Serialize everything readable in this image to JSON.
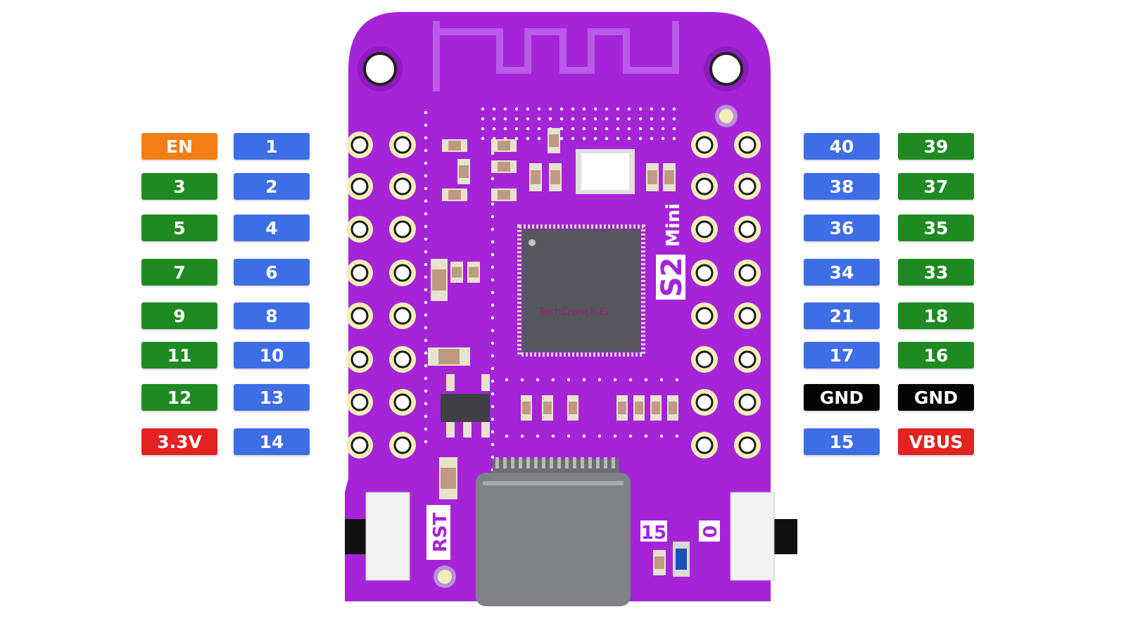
{
  "colors": {
    "board": "#a524d8",
    "board_dark": "#8e1bbd",
    "trace": "#b85be6",
    "pad": "#f3eeb8",
    "chip": "#56575e",
    "usb": "#7e8287",
    "label_blue": "#3e6ee6",
    "label_green": "#1f8a22",
    "label_red": "#e32222",
    "label_orange": "#f37f14",
    "label_black": "#050505"
  },
  "pins": {
    "left_outer": [
      {
        "text": "EN",
        "color": "label_orange"
      },
      {
        "text": "3",
        "color": "label_green"
      },
      {
        "text": "5",
        "color": "label_green"
      },
      {
        "text": "7",
        "color": "label_green"
      },
      {
        "text": "9",
        "color": "label_green"
      },
      {
        "text": "11",
        "color": "label_green"
      },
      {
        "text": "12",
        "color": "label_green"
      },
      {
        "text": "3.3V",
        "color": "label_red"
      }
    ],
    "left_inner": [
      {
        "text": "1",
        "color": "label_blue"
      },
      {
        "text": "2",
        "color": "label_blue"
      },
      {
        "text": "4",
        "color": "label_blue"
      },
      {
        "text": "6",
        "color": "label_blue"
      },
      {
        "text": "8",
        "color": "label_blue"
      },
      {
        "text": "10",
        "color": "label_blue"
      },
      {
        "text": "13",
        "color": "label_blue"
      },
      {
        "text": "14",
        "color": "label_blue"
      }
    ],
    "right_inner": [
      {
        "text": "40",
        "color": "label_blue"
      },
      {
        "text": "38",
        "color": "label_blue"
      },
      {
        "text": "36",
        "color": "label_blue"
      },
      {
        "text": "34",
        "color": "label_blue"
      },
      {
        "text": "21",
        "color": "label_blue"
      },
      {
        "text": "17",
        "color": "label_blue"
      },
      {
        "text": "GND",
        "color": "label_black"
      },
      {
        "text": "15",
        "color": "label_blue"
      }
    ],
    "right_outer": [
      {
        "text": "39",
        "color": "label_green"
      },
      {
        "text": "37",
        "color": "label_green"
      },
      {
        "text": "35",
        "color": "label_green"
      },
      {
        "text": "33",
        "color": "label_green"
      },
      {
        "text": "18",
        "color": "label_green"
      },
      {
        "text": "16",
        "color": "label_green"
      },
      {
        "text": "GND",
        "color": "label_black"
      },
      {
        "text": "VBUS",
        "color": "label_red"
      }
    ]
  },
  "silkscreen": {
    "model": "S2",
    "model_sub": "Mini",
    "rst": "RST",
    "pin15": "15",
    "pin0": "0",
    "watermark": "TechCrunch-El"
  },
  "icons": {
    "mount_hole": "circle",
    "usb_port": "usb-c-connector",
    "chip": "qfn-chip"
  }
}
